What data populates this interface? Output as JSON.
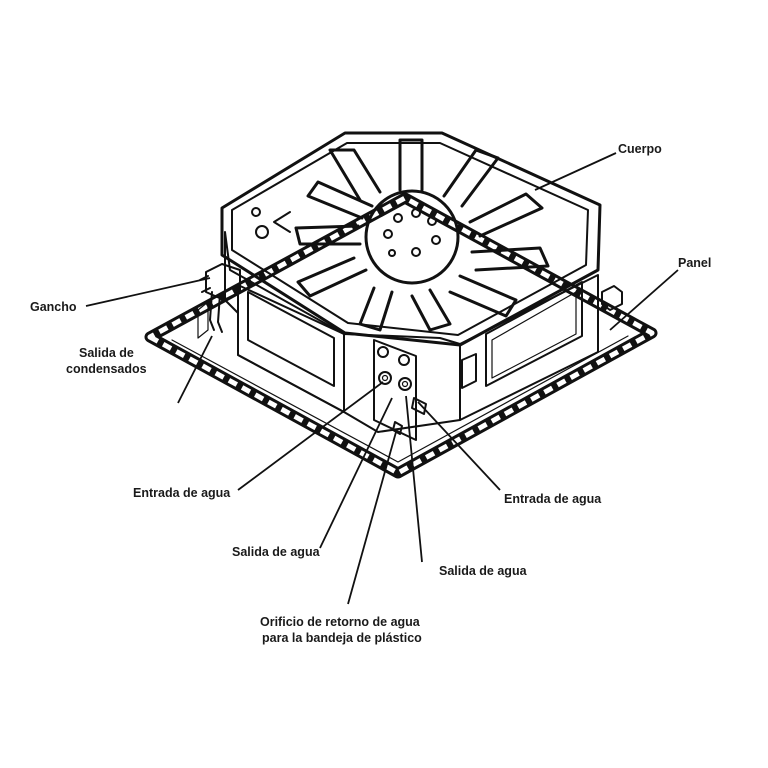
{
  "labels": {
    "body": "Cuerpo",
    "panel": "Panel",
    "hook": "Gancho",
    "condensate_line1": "Salida de",
    "condensate_line2": "condensados",
    "water_inlet_left": "Entrada de agua",
    "water_inlet_right": "Entrada de agua",
    "water_outlet_left": "Salida de agua",
    "water_outlet_right": "Salida de agua",
    "return_hole_line1": "Orificio de retorno de agua",
    "return_hole_line2": "para la bandeja de plástico"
  }
}
